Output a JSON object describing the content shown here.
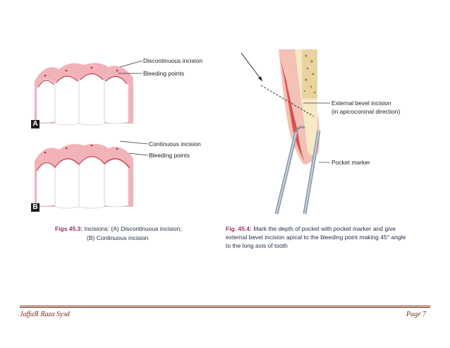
{
  "figure_a": {
    "label_1": "Discontinuous incision",
    "label_2": "Bleeding points",
    "badge": "A"
  },
  "figure_b": {
    "label_1": "Continuous incision",
    "label_2": "Bleeding points",
    "badge": "B"
  },
  "caption_left": {
    "fig": "Figs 45.3:",
    "line1": "Incisions: (A) Discontinuous incision;",
    "line2": "(B) Continuous incision"
  },
  "figure_right": {
    "label_1a": "External bevel incision",
    "label_1b": "(in apicocoronal direction)",
    "label_2": "Pocket marker"
  },
  "caption_right": {
    "fig": "Fig. 45.4:",
    "line1": "Mark the depth of pocket with pocket marker and give",
    "line2": "external bevel incision apical to the bleeding point making 45° angle",
    "line3": "to the long axis of tooth"
  },
  "footer": {
    "author": "JaffaЯ Яaza Syэd",
    "page": "Page 7"
  }
}
